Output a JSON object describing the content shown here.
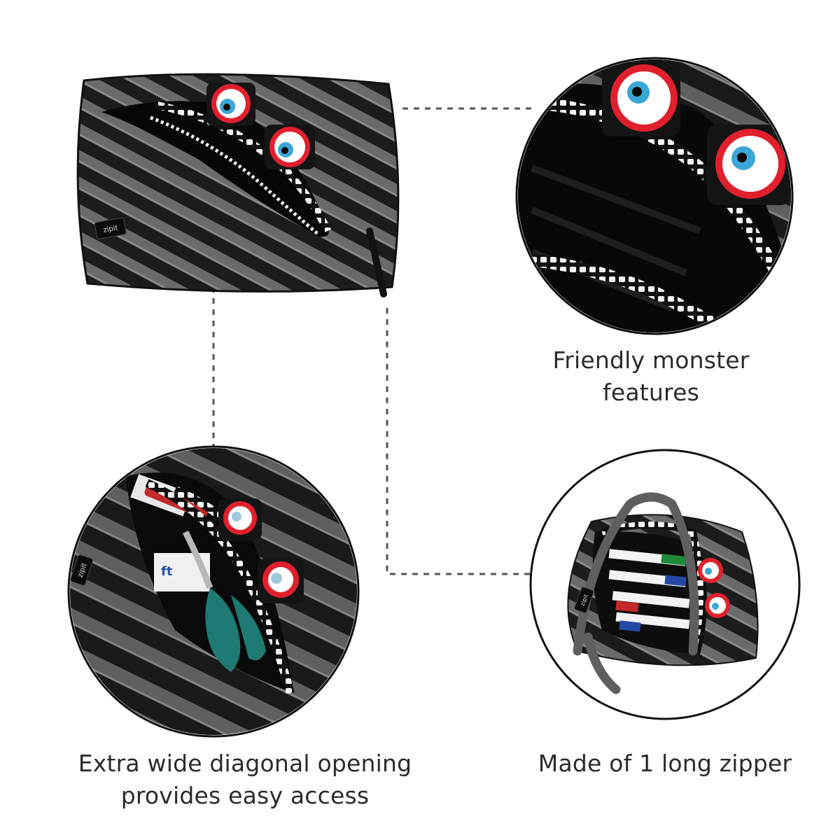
{
  "captions": {
    "monster_features": "Friendly monster\nfeatures",
    "diagonal_opening": "Extra wide diagonal opening\nprovides easy access",
    "long_zipper": "Made of 1 long zipper"
  },
  "brand_tags": {
    "main": "zipit",
    "detail": "zipit",
    "bag": "zipit"
  },
  "colors": {
    "background": "#ffffff",
    "pouch_black": "#1c1c1c",
    "stripe_gray": "#6d6d6d",
    "eye_red": "#e0202c",
    "iris_blue": "#3aa7d6",
    "connector": "#555555",
    "caption_text": "#2b2b2b"
  }
}
